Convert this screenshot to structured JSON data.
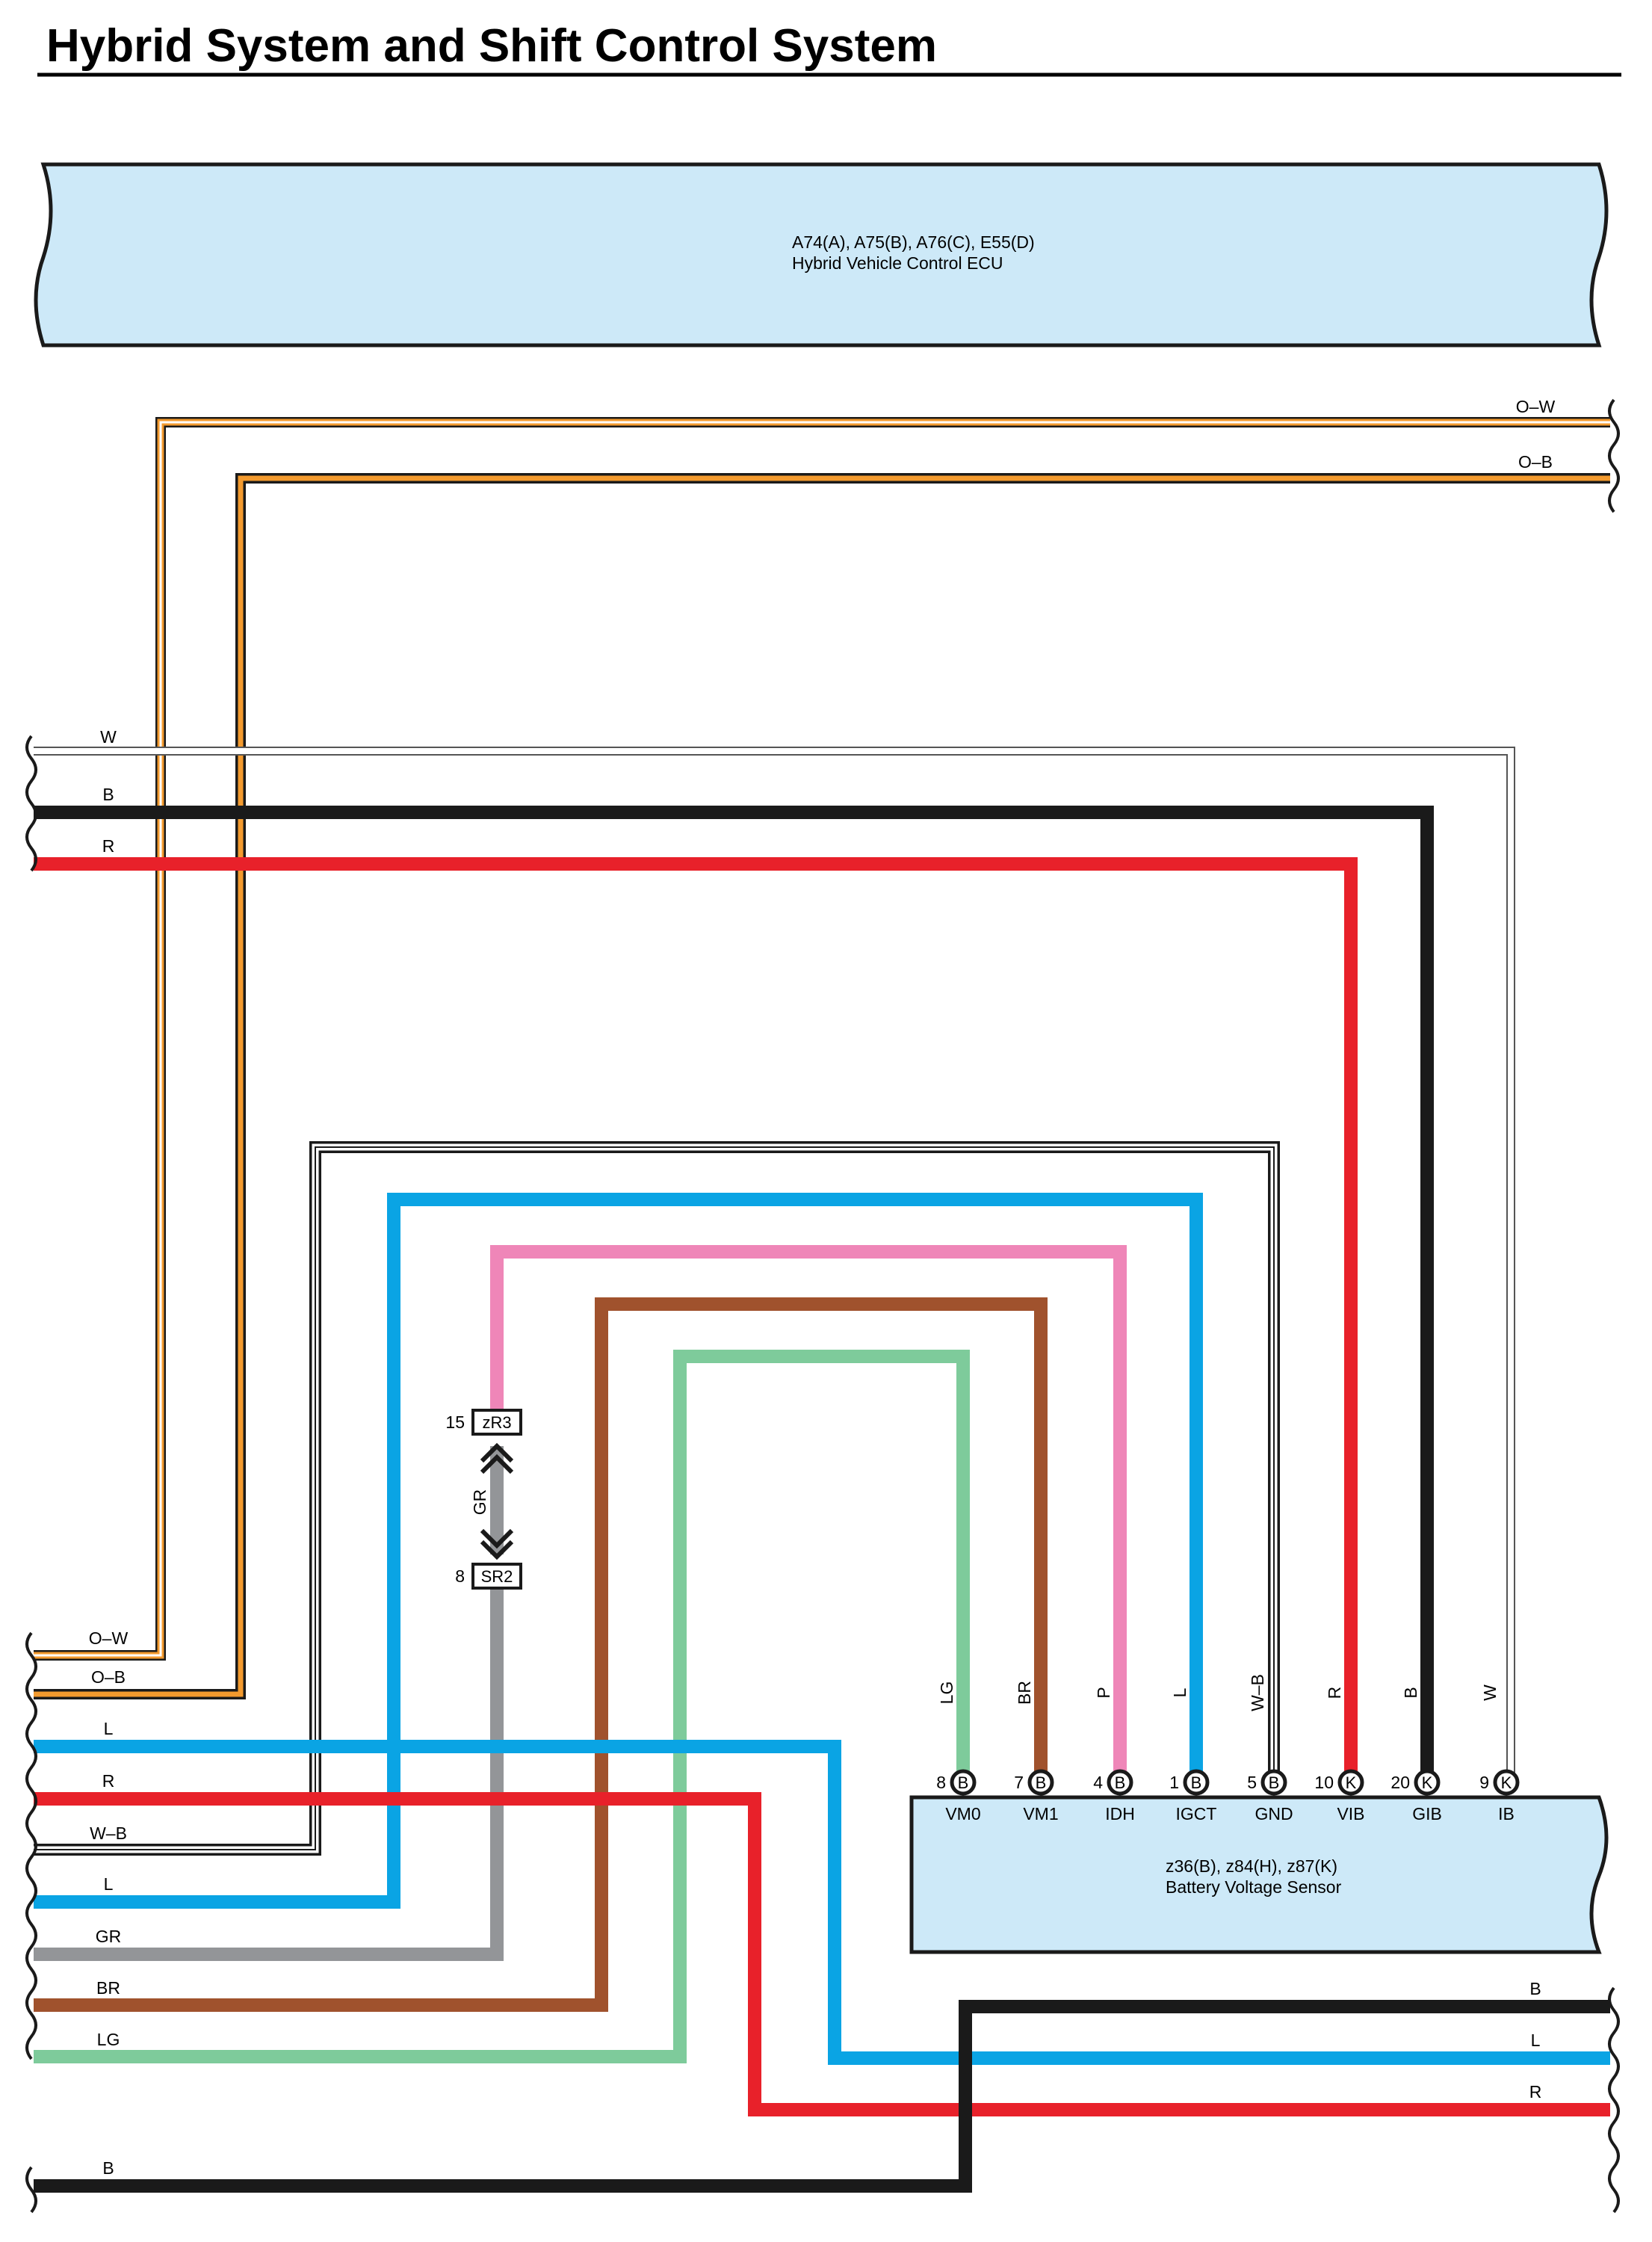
{
  "title": "Hybrid System and Shift Control System",
  "colors": {
    "orange": "#f39a2e",
    "black": "#1a1a1a",
    "red": "#e8212a",
    "blue": "#0aa4e4",
    "pink": "#ef86b8",
    "brown": "#a0522d",
    "lightgreen": "#7ecb9b",
    "gray": "#939598",
    "white": "#ffffff",
    "component_fill": "#cde9f8"
  },
  "components": {
    "hybrid_ecu": {
      "code": "A74(A), A75(B), A76(C), E55(D)",
      "name": "Hybrid Vehicle Control ECU"
    },
    "battery_sensor": {
      "code": "z36(B), z84(H), z87(K)",
      "name": "Battery Voltage Sensor",
      "pins": [
        {
          "num": "8",
          "conn": "B",
          "term": "VM0",
          "wire": "LG"
        },
        {
          "num": "7",
          "conn": "B",
          "term": "VM1",
          "wire": "BR"
        },
        {
          "num": "4",
          "conn": "B",
          "term": "IDH",
          "wire": "P"
        },
        {
          "num": "1",
          "conn": "B",
          "term": "IGCT",
          "wire": "L"
        },
        {
          "num": "5",
          "conn": "B",
          "term": "GND",
          "wire": "W–B"
        },
        {
          "num": "10",
          "conn": "K",
          "term": "VIB",
          "wire": "R"
        },
        {
          "num": "20",
          "conn": "K",
          "term": "GIB",
          "wire": "B"
        },
        {
          "num": "9",
          "conn": "K",
          "term": "IB",
          "wire": "W"
        }
      ]
    }
  },
  "junctions": {
    "zr3": {
      "pin": "15",
      "name": "zR3"
    },
    "sr2": {
      "pin": "8",
      "name": "SR2"
    },
    "link_wire": "GR"
  },
  "wire_labels": {
    "right_top": [
      "O–W",
      "O–B"
    ],
    "left_upper": [
      "W",
      "B",
      "R"
    ],
    "left_lower": [
      "O–W",
      "O–B",
      "L",
      "R",
      "W–B",
      "L",
      "GR",
      "BR",
      "LG"
    ],
    "right_bottom": [
      "B",
      "L",
      "R"
    ],
    "left_bottom": "B"
  }
}
